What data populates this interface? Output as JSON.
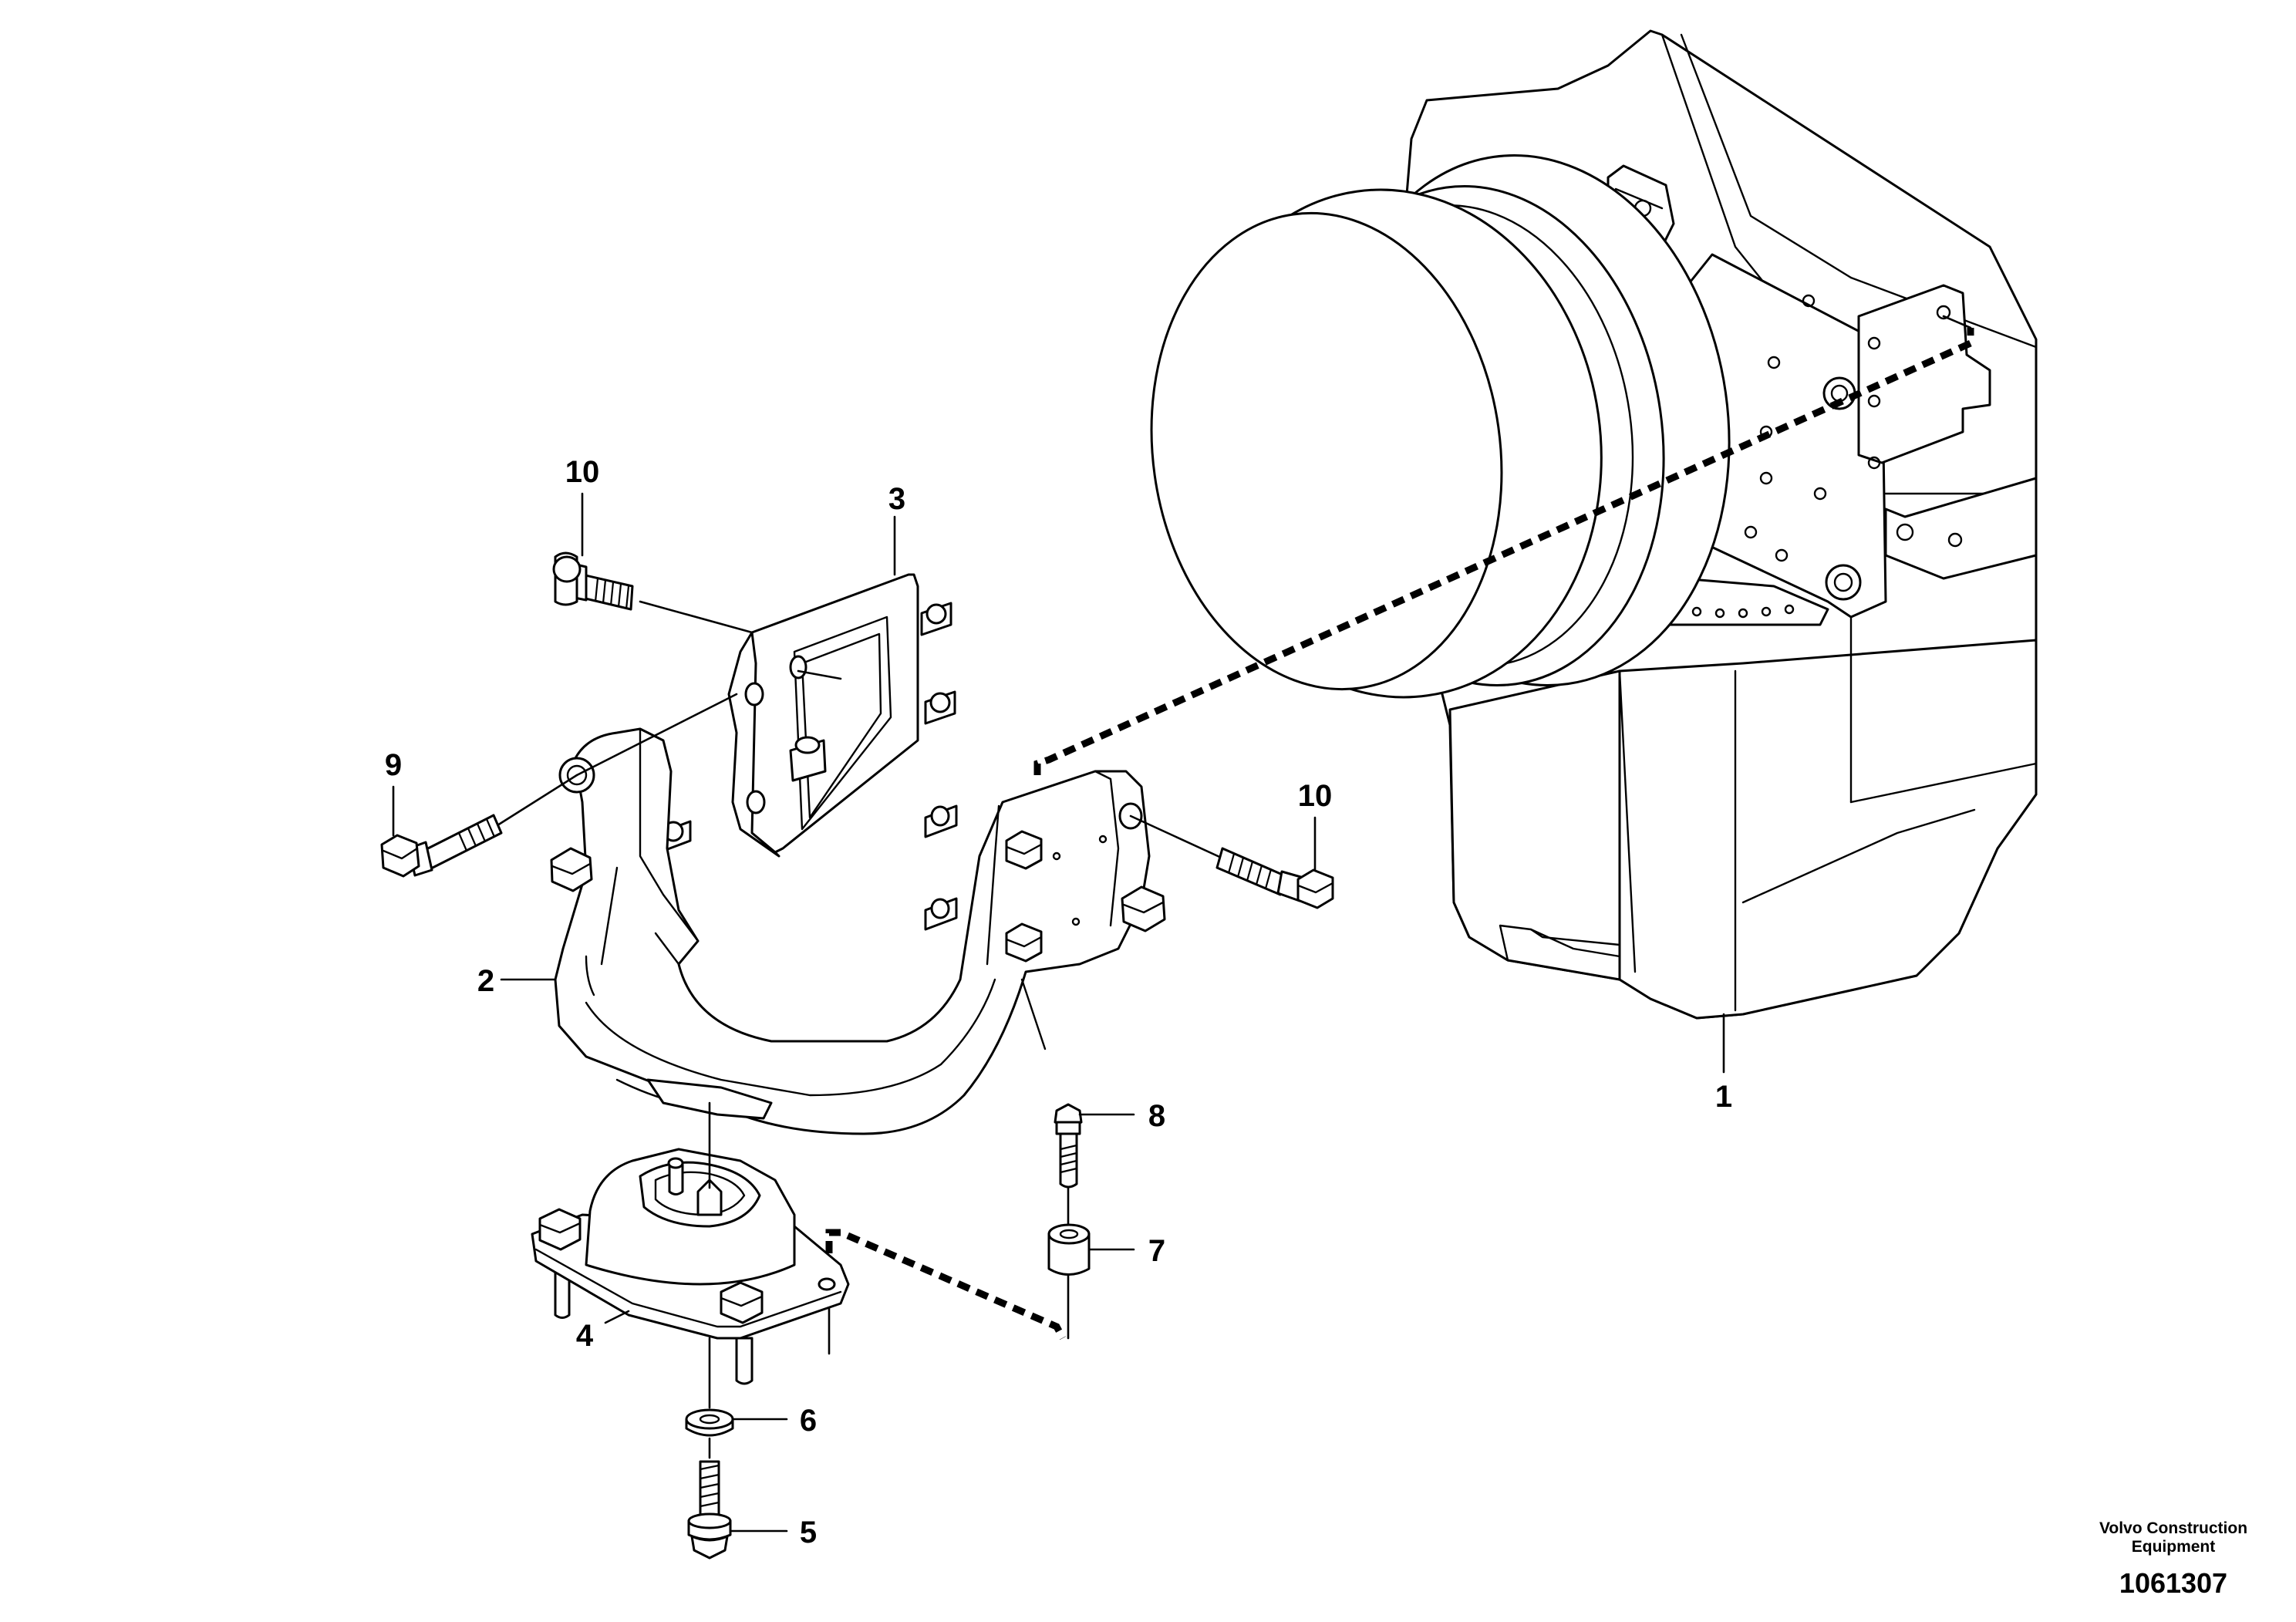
{
  "callouts": [
    {
      "id": "1",
      "label": "1"
    },
    {
      "id": "2",
      "label": "2"
    },
    {
      "id": "3",
      "label": "3"
    },
    {
      "id": "4",
      "label": "4"
    },
    {
      "id": "5",
      "label": "5"
    },
    {
      "id": "6",
      "label": "6"
    },
    {
      "id": "7",
      "label": "7"
    },
    {
      "id": "8",
      "label": "8"
    },
    {
      "id": "9",
      "label": "9"
    },
    {
      "id": "10a",
      "label": "10"
    },
    {
      "id": "10b",
      "label": "10"
    }
  ],
  "footer": {
    "brand_line1": "Volvo Construction",
    "brand_line2": "Equipment",
    "doc_number": "1061307"
  }
}
